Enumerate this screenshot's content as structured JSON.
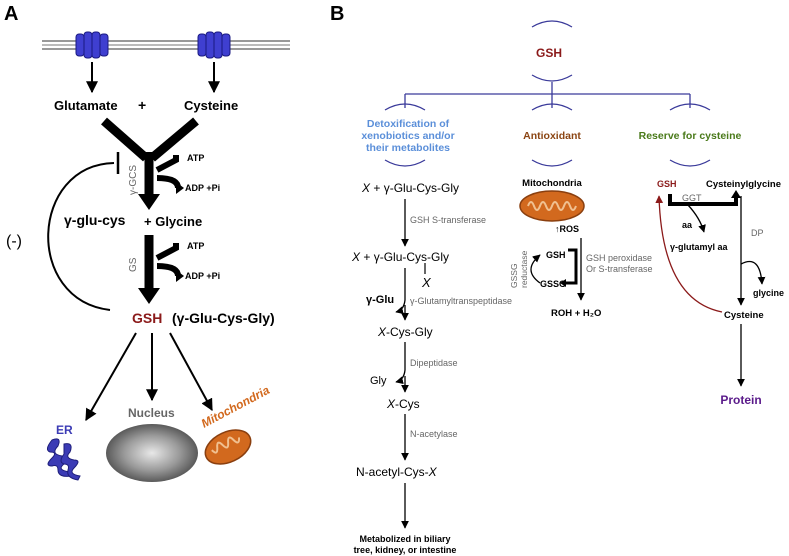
{
  "panel_a": {
    "label": "A",
    "glutamate": "Glutamate",
    "plus1": "+",
    "cysteine": "Cysteine",
    "atp1": "ATP",
    "adp1": "ADP +Pi",
    "gcs": "γ-GCS",
    "gamma_glu_cys": "γ-glu-cys",
    "plus_glycine": "+  Glycine",
    "feedback": "(-)",
    "gs": "GS",
    "atp2": "ATP",
    "adp2": "ADP +Pi",
    "gsh": "GSH",
    "gsh_formula": "(γ-Glu-Cys-Gly)",
    "er": "ER",
    "nucleus": "Nucleus",
    "mitochondria": "Mitochondria"
  },
  "panel_b": {
    "label": "B",
    "gsh_top": "GSH",
    "branches": {
      "detox_line1": "Detoxification of",
      "detox_line2": "xenobiotics and/or",
      "detox_line3": "their metabolites",
      "antioxidant": "Antioxidant",
      "reserve": "Reserve for cysteine"
    },
    "detox_pathway": {
      "step1_x": "X",
      "step1_rest": " + γ-Glu-Cys-Gly",
      "enzyme1": "GSH S-transferase",
      "step2_x": "X",
      "step2_rest": " + γ-Glu-Cys-Gly",
      "x_mark": "X",
      "gamma_glu": "γ-Glu",
      "enzyme2": "γ-Glutamyltranspeptidase",
      "step3_x": "X",
      "step3_rest": "-Cys-Gly",
      "enzyme3": "Dipeptidase",
      "gly": "Gly",
      "step4_x": "X",
      "step4_rest": "-Cys",
      "enzyme4": "N-acetylase",
      "step5_pre": "N-acetyl-Cys-",
      "step5_x": "X",
      "final_line1": "Metabolized in biliary",
      "final_line2": "tree, kidney, or intestine"
    },
    "antioxidant_pathway": {
      "mitochondria": "Mitochondria",
      "ros": "↑ROS",
      "gssg_reductase_line1": "GSSG",
      "gssg_reductase_line2": "reductase",
      "gsh": "GSH",
      "gssg": "GSSG",
      "enzyme_line1": "GSH peroxidase",
      "enzyme_line2": "Or S-transferase",
      "product": "ROH + H₂O"
    },
    "reserve_pathway": {
      "gsh": "GSH",
      "cysteinylglycine": "Cysteinylglycine",
      "ggt": "GGT",
      "aa": "aa",
      "gamma_glutamyl_aa": "γ-glutamyl aa",
      "dp": "DP",
      "glycine": "glycine",
      "cysteine": "Cysteine",
      "protein": "Protein"
    }
  },
  "colors": {
    "membrane_protein": "#3f3fd0",
    "gsh_red": "#8b1a1a",
    "er_blue": "#3b3bb5",
    "mito_orange": "#d2691e",
    "detox_blue": "#5b8fd9",
    "antioxidant_brown": "#8b4513",
    "reserve_green": "#4a7a1a",
    "protein_purple": "#5a1a8a",
    "tree_line": "#3a3a9a"
  }
}
